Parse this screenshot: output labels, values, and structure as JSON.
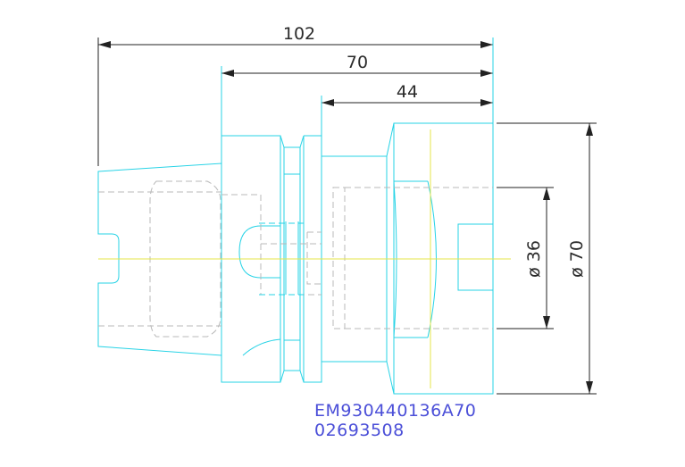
{
  "dimensions": {
    "overall_length": "102",
    "flange_length": "70",
    "body_length": "44",
    "bore_diameter": "ø 36",
    "outer_diameter": "ø 70"
  },
  "part_info": {
    "part_number": "EM930440136A70",
    "order_code": "02693508"
  },
  "colors": {
    "outline": "#27d3e6",
    "hidden_line": "#b8b8b8",
    "center_line": "#e6e64a",
    "dimension": "#222222",
    "part_text": "#4b4fd8"
  }
}
